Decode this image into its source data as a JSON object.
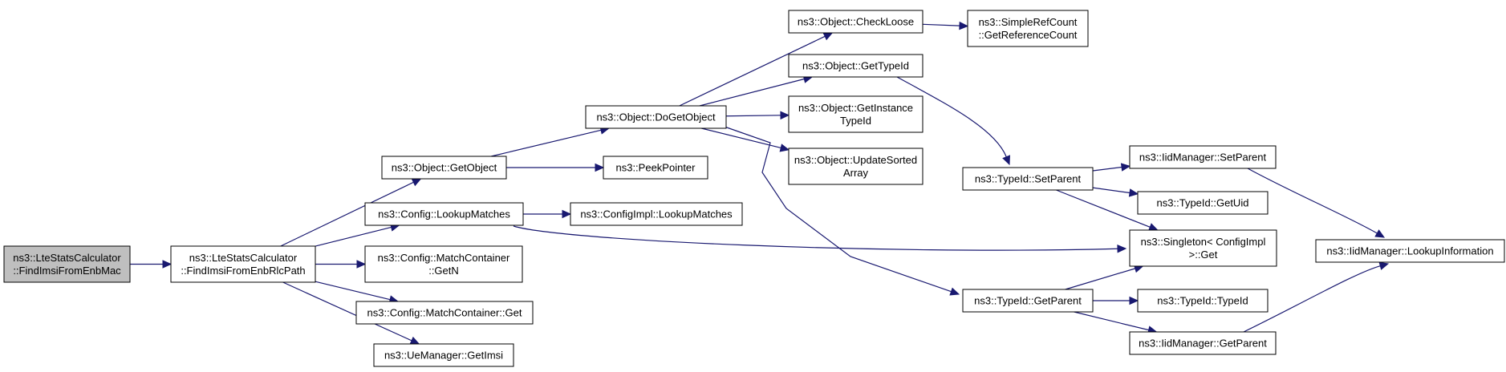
{
  "graph": {
    "nodes": [
      {
        "id": "n0",
        "name": "node-lte-stats-find-imsi-from-enb-mac",
        "lines": [
          "ns3::LteStatsCalculator",
          "::FindImsiFromEnbMac"
        ],
        "root": true
      },
      {
        "id": "n1",
        "name": "node-lte-stats-find-imsi-from-enb-rlc-path",
        "lines": [
          "ns3::LteStatsCalculator",
          "::FindImsiFromEnbRlcPath"
        ]
      },
      {
        "id": "n2",
        "name": "node-object-get-object",
        "lines": [
          "ns3::Object::GetObject"
        ]
      },
      {
        "id": "n3",
        "name": "node-config-lookup-matches",
        "lines": [
          "ns3::Config::LookupMatches"
        ]
      },
      {
        "id": "n4",
        "name": "node-config-match-container-get-n",
        "lines": [
          "ns3::Config::MatchContainer",
          "::GetN"
        ]
      },
      {
        "id": "n5",
        "name": "node-config-match-container-get",
        "lines": [
          "ns3::Config::MatchContainer::Get"
        ]
      },
      {
        "id": "n6",
        "name": "node-ue-manager-get-imsi",
        "lines": [
          "ns3::UeManager::GetImsi"
        ]
      },
      {
        "id": "n7",
        "name": "node-object-do-get-object",
        "lines": [
          "ns3::Object::DoGetObject"
        ]
      },
      {
        "id": "n8",
        "name": "node-peek-pointer",
        "lines": [
          "ns3::PeekPointer"
        ]
      },
      {
        "id": "n9",
        "name": "node-config-impl-lookup-matches",
        "lines": [
          "ns3::ConfigImpl::LookupMatches"
        ]
      },
      {
        "id": "n10",
        "name": "node-object-check-loose",
        "lines": [
          "ns3::Object::CheckLoose"
        ]
      },
      {
        "id": "n11",
        "name": "node-object-get-type-id",
        "lines": [
          "ns3::Object::GetTypeId"
        ]
      },
      {
        "id": "n12",
        "name": "node-object-get-instance-type-id",
        "lines": [
          "ns3::Object::GetInstance",
          "TypeId"
        ]
      },
      {
        "id": "n13",
        "name": "node-object-update-sorted-array",
        "lines": [
          "ns3::Object::UpdateSorted",
          "Array"
        ]
      },
      {
        "id": "n14",
        "name": "node-simple-ref-count-get-reference-count",
        "lines": [
          "ns3::SimpleRefCount",
          "::GetReferenceCount"
        ]
      },
      {
        "id": "n15",
        "name": "node-type-id-set-parent",
        "lines": [
          "ns3::TypeId::SetParent"
        ]
      },
      {
        "id": "n16",
        "name": "node-type-id-get-parent",
        "lines": [
          "ns3::TypeId::GetParent"
        ]
      },
      {
        "id": "n17",
        "name": "node-iid-manager-set-parent",
        "lines": [
          "ns3::IidManager::SetParent"
        ]
      },
      {
        "id": "n18",
        "name": "node-type-id-get-uid",
        "lines": [
          "ns3::TypeId::GetUid"
        ]
      },
      {
        "id": "n19",
        "name": "node-singleton-config-impl-get",
        "lines": [
          "ns3::Singleton< ConfigImpl",
          " >::Get"
        ]
      },
      {
        "id": "n20",
        "name": "node-type-id-type-id",
        "lines": [
          "ns3::TypeId::TypeId"
        ]
      },
      {
        "id": "n21",
        "name": "node-iid-manager-get-parent",
        "lines": [
          "ns3::IidManager::GetParent"
        ]
      },
      {
        "id": "n22",
        "name": "node-iid-manager-lookup-information",
        "lines": [
          "ns3::IidManager::LookupInformation"
        ]
      }
    ],
    "edges": [
      {
        "from": "n0",
        "to": "n1"
      },
      {
        "from": "n1",
        "to": "n2"
      },
      {
        "from": "n1",
        "to": "n3"
      },
      {
        "from": "n1",
        "to": "n4"
      },
      {
        "from": "n1",
        "to": "n5"
      },
      {
        "from": "n1",
        "to": "n6"
      },
      {
        "from": "n2",
        "to": "n7"
      },
      {
        "from": "n2",
        "to": "n8"
      },
      {
        "from": "n3",
        "to": "n9"
      },
      {
        "from": "n3",
        "to": "n19"
      },
      {
        "from": "n7",
        "to": "n10"
      },
      {
        "from": "n7",
        "to": "n11"
      },
      {
        "from": "n7",
        "to": "n12"
      },
      {
        "from": "n7",
        "to": "n13"
      },
      {
        "from": "n7",
        "to": "n16"
      },
      {
        "from": "n10",
        "to": "n14"
      },
      {
        "from": "n11",
        "to": "n15"
      },
      {
        "from": "n15",
        "to": "n17"
      },
      {
        "from": "n15",
        "to": "n18"
      },
      {
        "from": "n15",
        "to": "n19"
      },
      {
        "from": "n16",
        "to": "n19"
      },
      {
        "from": "n16",
        "to": "n20"
      },
      {
        "from": "n16",
        "to": "n21"
      },
      {
        "from": "n17",
        "to": "n22"
      },
      {
        "from": "n21",
        "to": "n22"
      }
    ]
  }
}
